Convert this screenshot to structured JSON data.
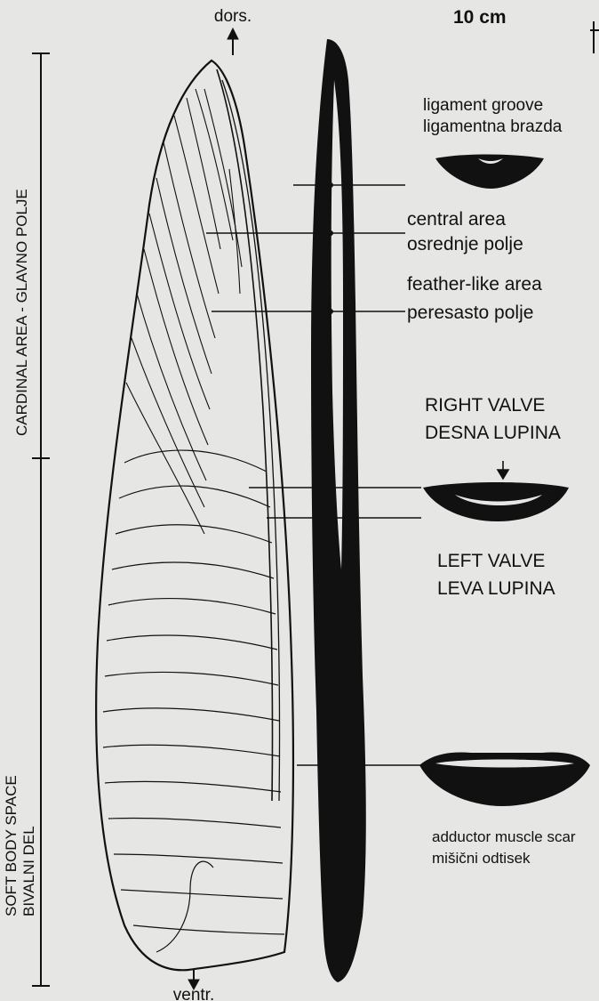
{
  "labels": {
    "dorsal": "dors.",
    "ventral": "ventr.",
    "scale": "10 cm",
    "ligament_en": "ligament groove",
    "ligament_sl": "ligamentna brazda",
    "central_en": "central area",
    "central_sl": "osrednje polje",
    "feather_en": "feather-like area",
    "feather_sl": "peresasto polje",
    "right_en": "RIGHT VALVE",
    "right_sl": "DESNA LUPINA",
    "left_en": "LEFT VALVE",
    "left_sl": "LEVA LUPINA",
    "adductor_en": "adductor muscle scar",
    "adductor_sl": "mišični odtisek",
    "cardinal": "CARDINAL AREA - GLAVNO POLJE",
    "soft_en": "SOFT BODY SPACE",
    "soft_sl": "BIVALNI DEL"
  },
  "colors": {
    "ink": "#111111",
    "paper": "#e6e6e4",
    "bleed_text": "#cfcfcc"
  },
  "icons": {
    "dorsal_arrow": "arrow-up-icon",
    "ventral_arrow": "arrow-down-icon"
  }
}
